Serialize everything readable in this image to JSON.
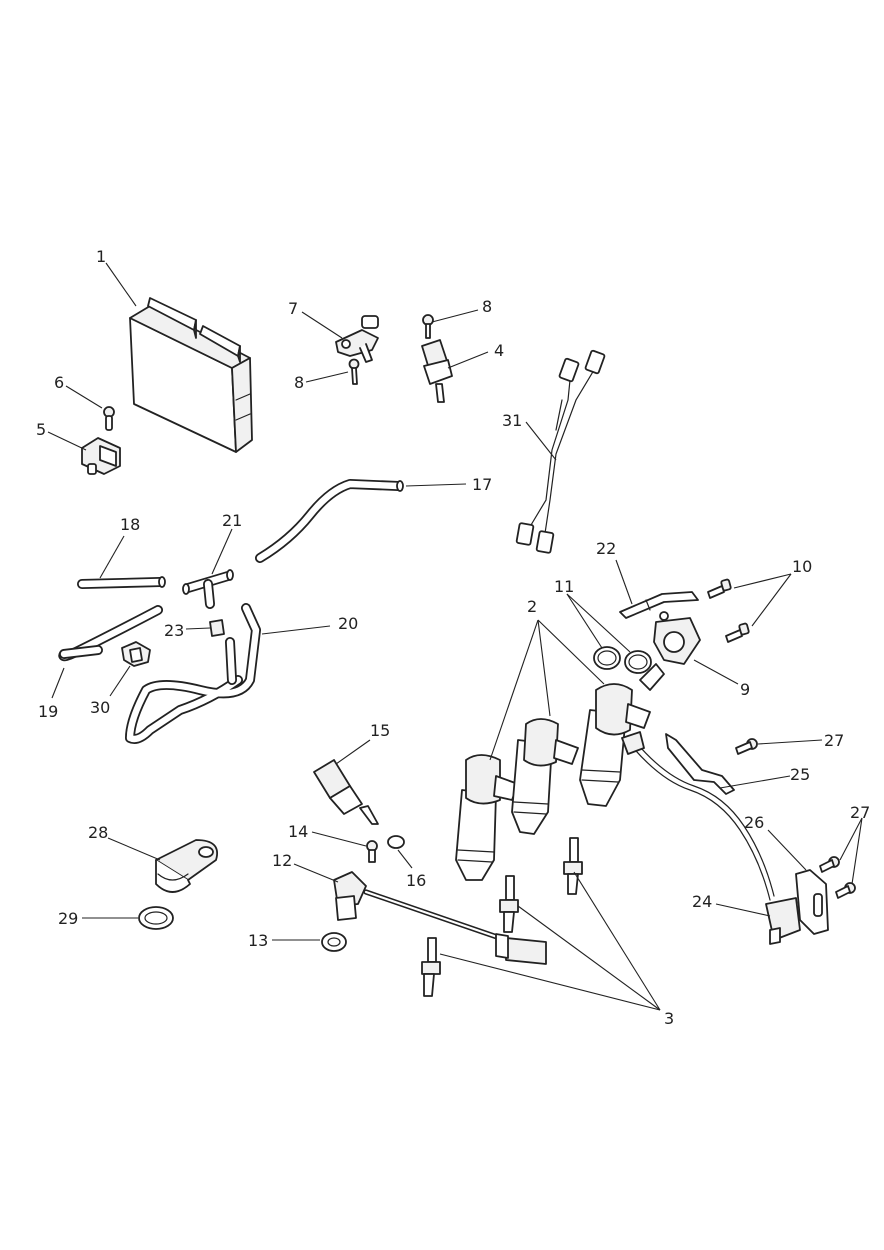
{
  "callouts": {
    "c1": "1",
    "c2": "2",
    "c3": "3",
    "c4": "4",
    "c5": "5",
    "c6": "6",
    "c7": "7",
    "c8a": "8",
    "c8b": "8",
    "c9": "9",
    "c10": "10",
    "c11": "11",
    "c12": "12",
    "c13": "13",
    "c14": "14",
    "c15": "15",
    "c16": "16",
    "c17": "17",
    "c18": "18",
    "c19": "19",
    "c20": "20",
    "c21": "21",
    "c22": "22",
    "c23": "23",
    "c24": "24",
    "c25": "25",
    "c26": "26",
    "c27a": "27",
    "c27b": "27",
    "c28": "28",
    "c29": "29",
    "c30": "30",
    "c31": "31"
  }
}
